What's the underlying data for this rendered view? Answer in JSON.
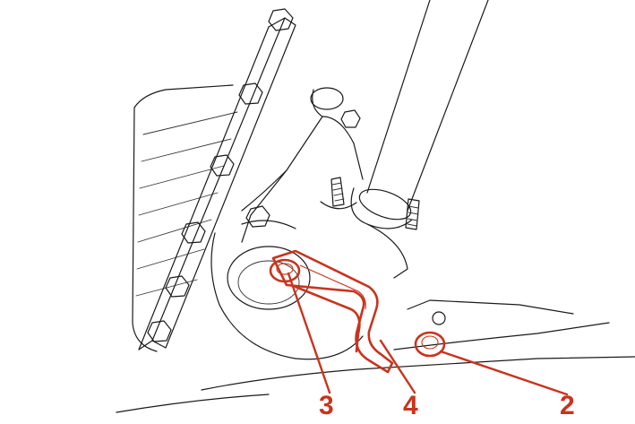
{
  "colors": {
    "line": "#1a1a1a",
    "highlight": "#c8341c"
  },
  "callouts": [
    {
      "id": "3",
      "label": "3",
      "part": "bolt"
    },
    {
      "id": "4",
      "label": "4",
      "part": "bracket"
    },
    {
      "id": "2",
      "label": "2",
      "part": "bolt"
    }
  ],
  "icons": {
    "bolt": "hex-bolt-icon",
    "stud": "threaded-stud-icon"
  }
}
